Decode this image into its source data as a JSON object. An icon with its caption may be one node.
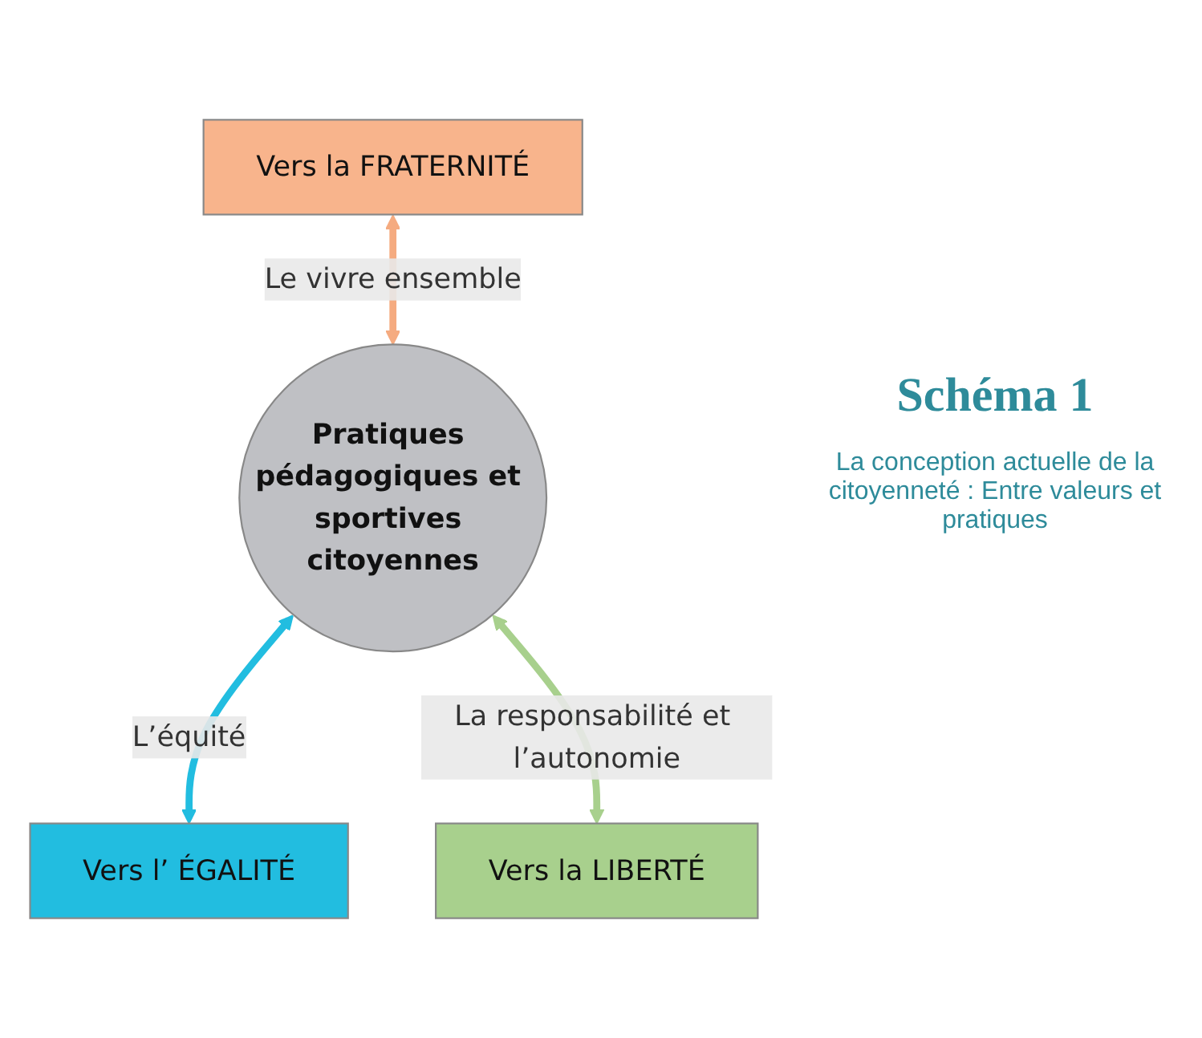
{
  "diagram": {
    "title": "Schéma 1",
    "caption": "La conception actuelle de la citoyenneté : Entre valeurs et pratiques",
    "nodes": [
      {
        "text": [
          "Vers la FRATERNITÉ"
        ]
      },
      {
        "text": [
          "Pratiques pédagogiques et sportives citoyennes"
        ]
      },
      {
        "text": [
          "Vers l’ ÉGALITÉ"
        ]
      },
      {
        "text": [
          "Vers la LIBERTÉ"
        ]
      }
    ],
    "edges": [
      {
        "from": 0,
        "to": 1,
        "arrow": "both",
        "label": "Le vivre ensemble",
        "color": "#f5ab80"
      },
      {
        "from": 1,
        "to": 2,
        "arrow": "both",
        "label": "L’équité",
        "color": "#22bde0"
      },
      {
        "from": 1,
        "to": 3,
        "arrow": "both",
        "label": "La responsabilité et l’autonomie",
        "color": "#a8d08d"
      }
    ]
  }
}
